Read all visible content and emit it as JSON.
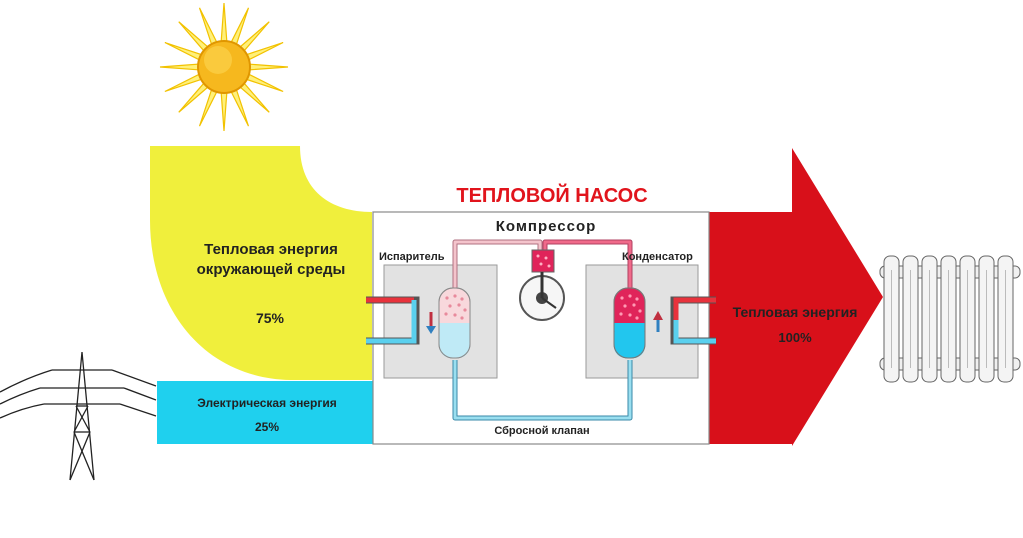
{
  "title": "ТЕПЛОВОЙ НАСОС",
  "ambient": {
    "line1": "Тепловая энергия",
    "line2": "окружающей среды",
    "percent": "75%"
  },
  "electric": {
    "label": "Электрическая энергия",
    "percent": "25%"
  },
  "output": {
    "label": "Тепловая энергия",
    "percent": "100%"
  },
  "components": {
    "compressor": "Компрессор",
    "evaporator": "Испаритель",
    "condenser": "Конденсатор",
    "valve": "Сбросной клапан"
  },
  "colors": {
    "ambient": "#f0ef3c",
    "electric": "#1fd0ee",
    "heat": "#d8101a",
    "title": "#e1141c",
    "hot_pipe": "#e0304a",
    "cold_pipe": "#42c8e8",
    "panel": "#e2e2e2"
  },
  "icons": [
    "sun-icon",
    "power-pylon-icon",
    "radiator-icon",
    "compressor-icon"
  ]
}
